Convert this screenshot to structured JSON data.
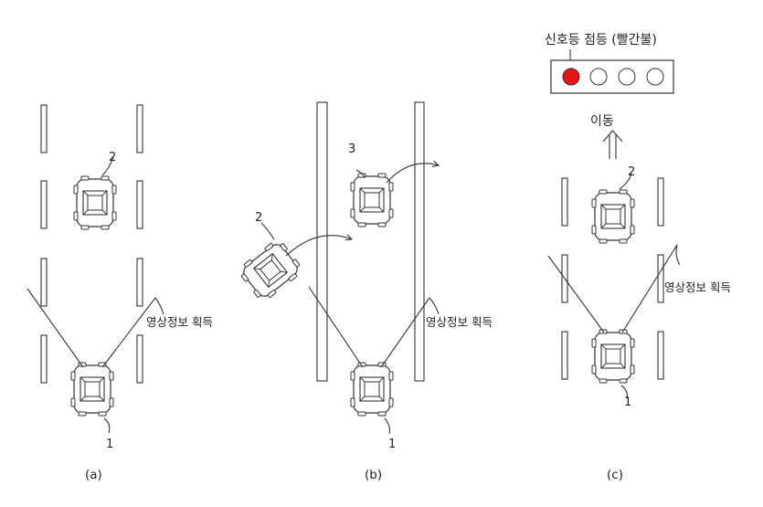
{
  "panels": {
    "a": {
      "caption": "(a)",
      "label_car1": "1",
      "label_car2": "2",
      "image_text": "영상정보 획득"
    },
    "b": {
      "caption": "(b)",
      "label_car1": "1",
      "label_car2": "2",
      "label_car3": "3",
      "image_text": "영상정보 획득"
    },
    "c": {
      "caption": "(c)",
      "label_car1": "1",
      "label_car2": "2",
      "image_text": "영상정보 획득",
      "signal_text": "신호등 점등 (빨간불)",
      "move_text": "이동"
    }
  },
  "colors": {
    "red_light": "#e8141c",
    "line": "#333333"
  }
}
